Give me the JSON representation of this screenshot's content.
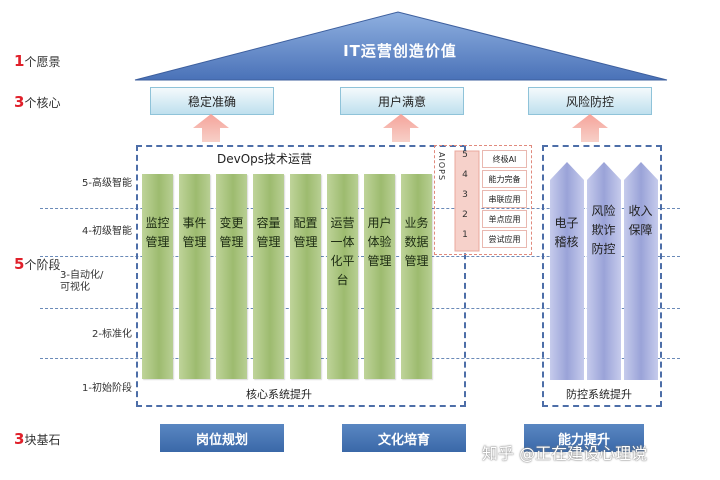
{
  "left_labels": {
    "vision": {
      "num": "1",
      "text": "个愿景"
    },
    "cores": {
      "num": "3",
      "text": "个核心"
    },
    "stages": {
      "num": "5",
      "text": "个阶段"
    },
    "foundations": {
      "num": "3",
      "text": "块基石"
    }
  },
  "roof": {
    "title": "IT运营创造价值"
  },
  "core_boxes": [
    "稳定准确",
    "用户满意",
    "风险防控"
  ],
  "stages": [
    "5-高级智能",
    "4-初级智能",
    "3-自动化/\n可视化",
    "2-标准化",
    "1-初始阶段"
  ],
  "devops": {
    "title": "DevOps技术运营",
    "footer": "核心系统提升",
    "columns": [
      "监控管理",
      "事件管理",
      "变更管理",
      "容量管理",
      "配置管理",
      "运营一体化平台",
      "用户体验管理",
      "业务数据管理"
    ]
  },
  "aiops": {
    "label": "AIOPS",
    "levels": [
      {
        "num": "5",
        "text": "终极AI"
      },
      {
        "num": "4",
        "text": "能力完备"
      },
      {
        "num": "3",
        "text": "串联应用"
      },
      {
        "num": "2",
        "text": "单点应用"
      },
      {
        "num": "1",
        "text": "尝试应用"
      }
    ]
  },
  "risk": {
    "footer": "防控系统提升",
    "columns": [
      "电子稽核",
      "风险欺诈防控",
      "收入保障"
    ]
  },
  "foundations": [
    "岗位规划",
    "文化培育",
    "能力提升"
  ],
  "watermark": "知乎 @正在建设心理谠",
  "colors": {
    "roof": "#5b7fc0",
    "accent_red": "#e0202a",
    "bottom": "#3a68a8",
    "column_green": "#a9c37f",
    "column_purple": "#aeb4e0"
  }
}
